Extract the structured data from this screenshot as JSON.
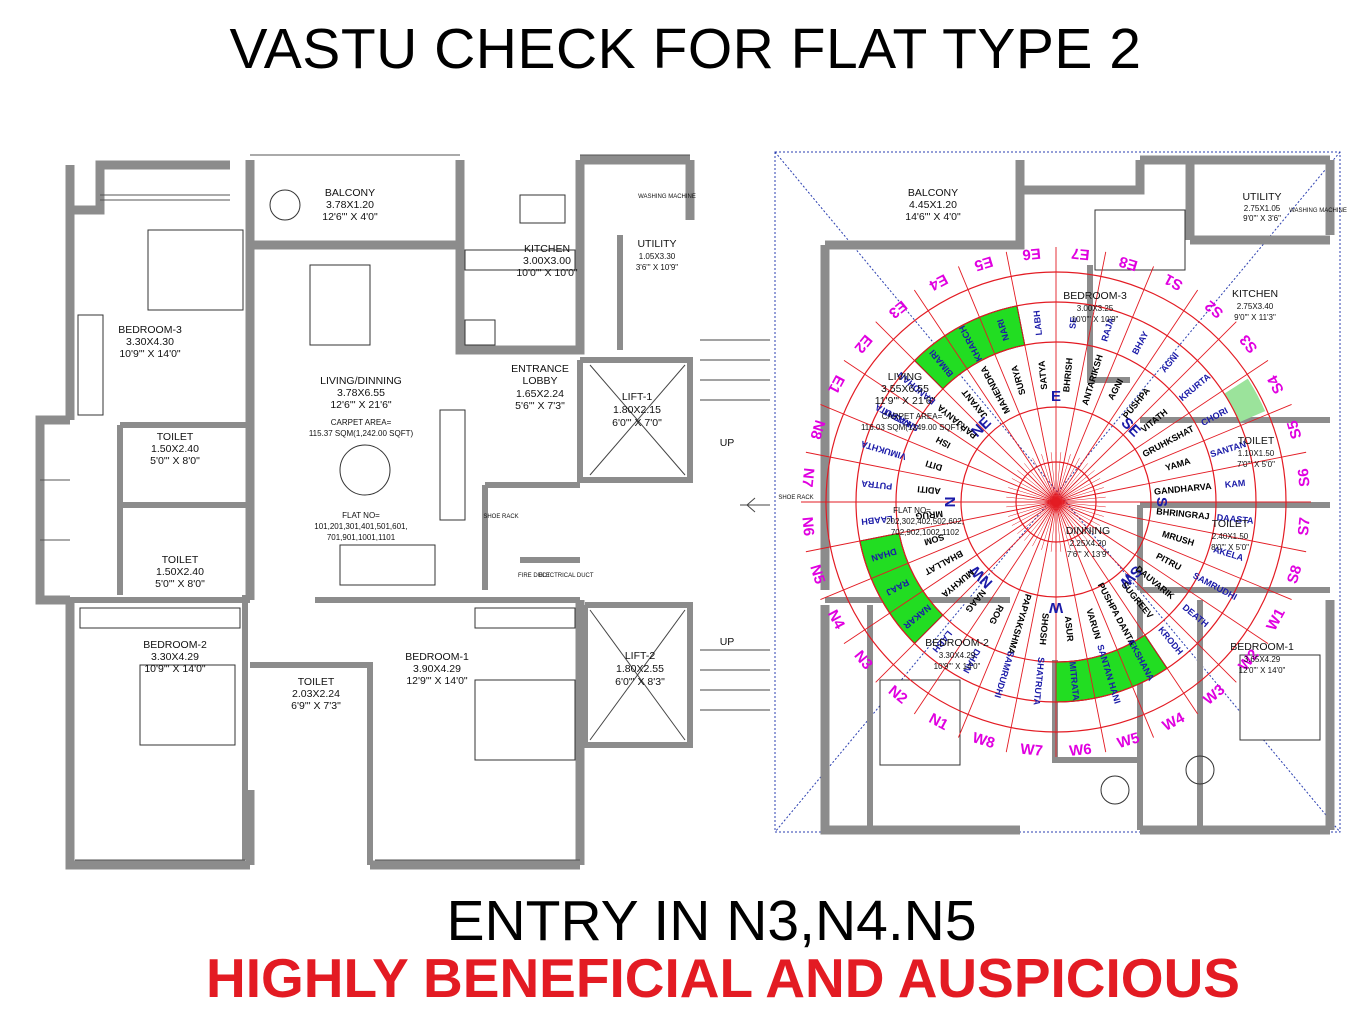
{
  "title": "VASTU CHECK FOR FLAT TYPE 2",
  "footer": {
    "line1": "ENTRY IN N3,N4.N5",
    "line2": "HIGHLY BENEFICIAL AND AUSPICIOUS"
  },
  "colors": {
    "wall": "#8c8c8c",
    "wheel_red": "#e31b23",
    "zone_green": "#22dd22",
    "zone_magenta": "#e000e0",
    "zone_blue": "#1a1aa8",
    "grid_blue": "#2b3fb0"
  },
  "left_plan": {
    "balcony": {
      "name": "BALCONY",
      "dim": "3.78X1.20",
      "imp": "12'6\"' X 4'0\""
    },
    "kitchen": {
      "name": "KITCHEN",
      "dim": "3.00X3.00",
      "imp": "10'0\"' X 10'0\""
    },
    "utility": {
      "name": "UTILITY",
      "dim": "1.05X3.30",
      "imp": "3'6\"' X 10'9\""
    },
    "washing": "WASHING MACHINE",
    "bedroom3": {
      "name": "BEDROOM-3",
      "dim": "3.30X4.30",
      "imp": "10'9\"' X 14'0\""
    },
    "living": {
      "name": "LIVING/DINNING",
      "dim": "3.78X6.55",
      "imp": "12'6\"' X 21'6\""
    },
    "carpet": {
      "label": "CARPET AREA=",
      "value": "115.37 SQM(1,242.00 SQFT)"
    },
    "flatno": {
      "label": "FLAT NO=",
      "line1": "101,201,301,401,501,601,",
      "line2": "701,901,1001,1101"
    },
    "lobby": {
      "name1": "ENTRANCE",
      "name2": "LOBBY",
      "dim": "1.65X2.24",
      "imp": "5'6\"' X 7'3\""
    },
    "lift1": {
      "name": "LIFT-1",
      "dim": "1.80X2.15",
      "imp": "6'0\"' X 7'0\""
    },
    "lift2": {
      "name": "LIFT-2",
      "dim": "1.80X2.55",
      "imp": "6'0\"' X 8'3\""
    },
    "toilet1": {
      "name": "TOILET",
      "dim": "1.50X2.40",
      "imp": "5'0\"' X 8'0\""
    },
    "toilet2": {
      "name": "TOILET",
      "dim": "1.50X2.40",
      "imp": "5'0\"' X 8'0\""
    },
    "toilet3": {
      "name": "TOILET",
      "dim": "2.03X2.24",
      "imp": "6'9\"' X 7'3\""
    },
    "bedroom2": {
      "name": "BEDROOM-2",
      "dim": "3.30X4.29",
      "imp": "10'9\"' X 14'0\""
    },
    "bedroom1": {
      "name": "BEDROOM-1",
      "dim": "3.90X4.29",
      "imp": "12'9\"' X 14'0\""
    },
    "shoe_rack": "SHOE RACK",
    "fire_duct": "FIRE DUCT",
    "elec_duct": "ELECTRICAL DUCT",
    "up1": "UP",
    "up2": "UP"
  },
  "right_plan": {
    "balcony": {
      "name": "BALCONY",
      "dim": "4.45X1.20",
      "imp": "14'6\"' X 4'0\""
    },
    "utility": {
      "name": "UTILITY",
      "dim": "2.75X1.05",
      "imp": "9'0\"' X 3'6\""
    },
    "washing": "WASHING MACHINE",
    "kitchen": {
      "name": "KITCHEN",
      "dim": "2.75X3.40",
      "imp": "9'0\"' X 11'3\""
    },
    "bedroom3": {
      "name": "BEDROOM-3",
      "dim": "3.00X3.25",
      "imp": "10'0\"' X 10'9\""
    },
    "living": {
      "name": "LIVING",
      "dim": "3.55X6.55",
      "imp": "11'9\"' X 21'6\""
    },
    "carpet": {
      "label": "CARPET AREA=",
      "value": "116.03 SQM(1249.00 SQFT)"
    },
    "flatno": {
      "label": "FLAT NO=",
      "line1": "202,302,402,502,602,",
      "line2": "702,902,1002,1102"
    },
    "toilet_a": {
      "name": "TOILET",
      "dim": "1.10X1.50",
      "imp": "7'0\"' X 5'0\""
    },
    "toilet_b": {
      "name": "TOILET",
      "dim": "2.40X1.50",
      "imp": "8'0\"' X 5'0\""
    },
    "dinning": {
      "name": "DINNING",
      "dim": "2.25X4.20",
      "imp": "7'6\"' X 13'9\""
    },
    "bedroom2": {
      "name": "BEDROOM-2",
      "dim": "3.30X4.29",
      "imp": "10'9\"' X 14'0\""
    },
    "bedroom1": {
      "name": "BEDROOM-1",
      "dim": "3.65X4.29",
      "imp": "12'0\"' X 14'0\""
    },
    "shoe_rack": "SHOE RACK"
  },
  "wheel": {
    "dirs": [
      "N",
      "NE",
      "E",
      "SE",
      "S",
      "SW",
      "W",
      "NW"
    ],
    "zones": [
      {
        "t": "E1"
      },
      {
        "t": "E2"
      },
      {
        "t": "E3"
      },
      {
        "t": "E4"
      },
      {
        "t": "E5"
      },
      {
        "t": "E6"
      },
      {
        "t": "E7"
      },
      {
        "t": "E8"
      },
      {
        "t": "S1"
      },
      {
        "t": "S2"
      },
      {
        "t": "S3"
      },
      {
        "t": "S4"
      },
      {
        "t": "S5"
      },
      {
        "t": "S6"
      },
      {
        "t": "S7"
      },
      {
        "t": "S8"
      },
      {
        "t": "W1"
      },
      {
        "t": "W2"
      },
      {
        "t": "W3"
      },
      {
        "t": "W4"
      },
      {
        "t": "W5"
      },
      {
        "t": "W6"
      },
      {
        "t": "W7"
      },
      {
        "t": "W8"
      },
      {
        "t": "N1"
      },
      {
        "t": "N2"
      },
      {
        "t": "N3"
      },
      {
        "t": "N4"
      },
      {
        "t": "N5"
      },
      {
        "t": "N6"
      },
      {
        "t": "N7"
      },
      {
        "t": "N8"
      }
    ],
    "devtas": [
      "ISH",
      "PARJANYA",
      "JAYANT",
      "MAHENDRA",
      "SURYA",
      "SATYA",
      "BHRISH",
      "ANTARIKSH",
      "AGNI",
      "PUSHPA",
      "VITATH",
      "GRUHKSHAT",
      "YAMA",
      "GANDHARVA",
      "BHRINGRAJ",
      "MRUSH",
      "PITRU",
      "DAUVARIK",
      "SUGREEV",
      "PUSHPA DANTA",
      "VARUN",
      "ASUR",
      "SHOSH",
      "PAPYAKSHMA",
      "ROG",
      "NAAG",
      "MUKHYA",
      "BHALLAT",
      "SOM",
      "MRUG",
      "ADITI",
      "DITI"
    ],
    "benefits": [
      "SHATRUTA",
      "BANDHAN",
      "BIMARI",
      "KHARCH",
      "NARI",
      "LABH",
      "SE",
      "RAJA",
      "BHAY",
      "AGNI",
      "KRURTA",
      "CHORI",
      "SANTAN",
      "KAM",
      "DAASTA",
      "AKELA",
      "SAMRUDHI",
      "DEATH",
      "KRODH",
      "EKSHANA",
      "SANTAN HANI",
      "MITRATA",
      "SHATRUTA",
      "SAMRUDHI",
      "DHAN",
      "LABH",
      "NAKAR",
      "RAAJ",
      "DHAN",
      "LAABH",
      "PUTRA",
      "VIMUKHTA",
      "KASHT"
    ]
  }
}
